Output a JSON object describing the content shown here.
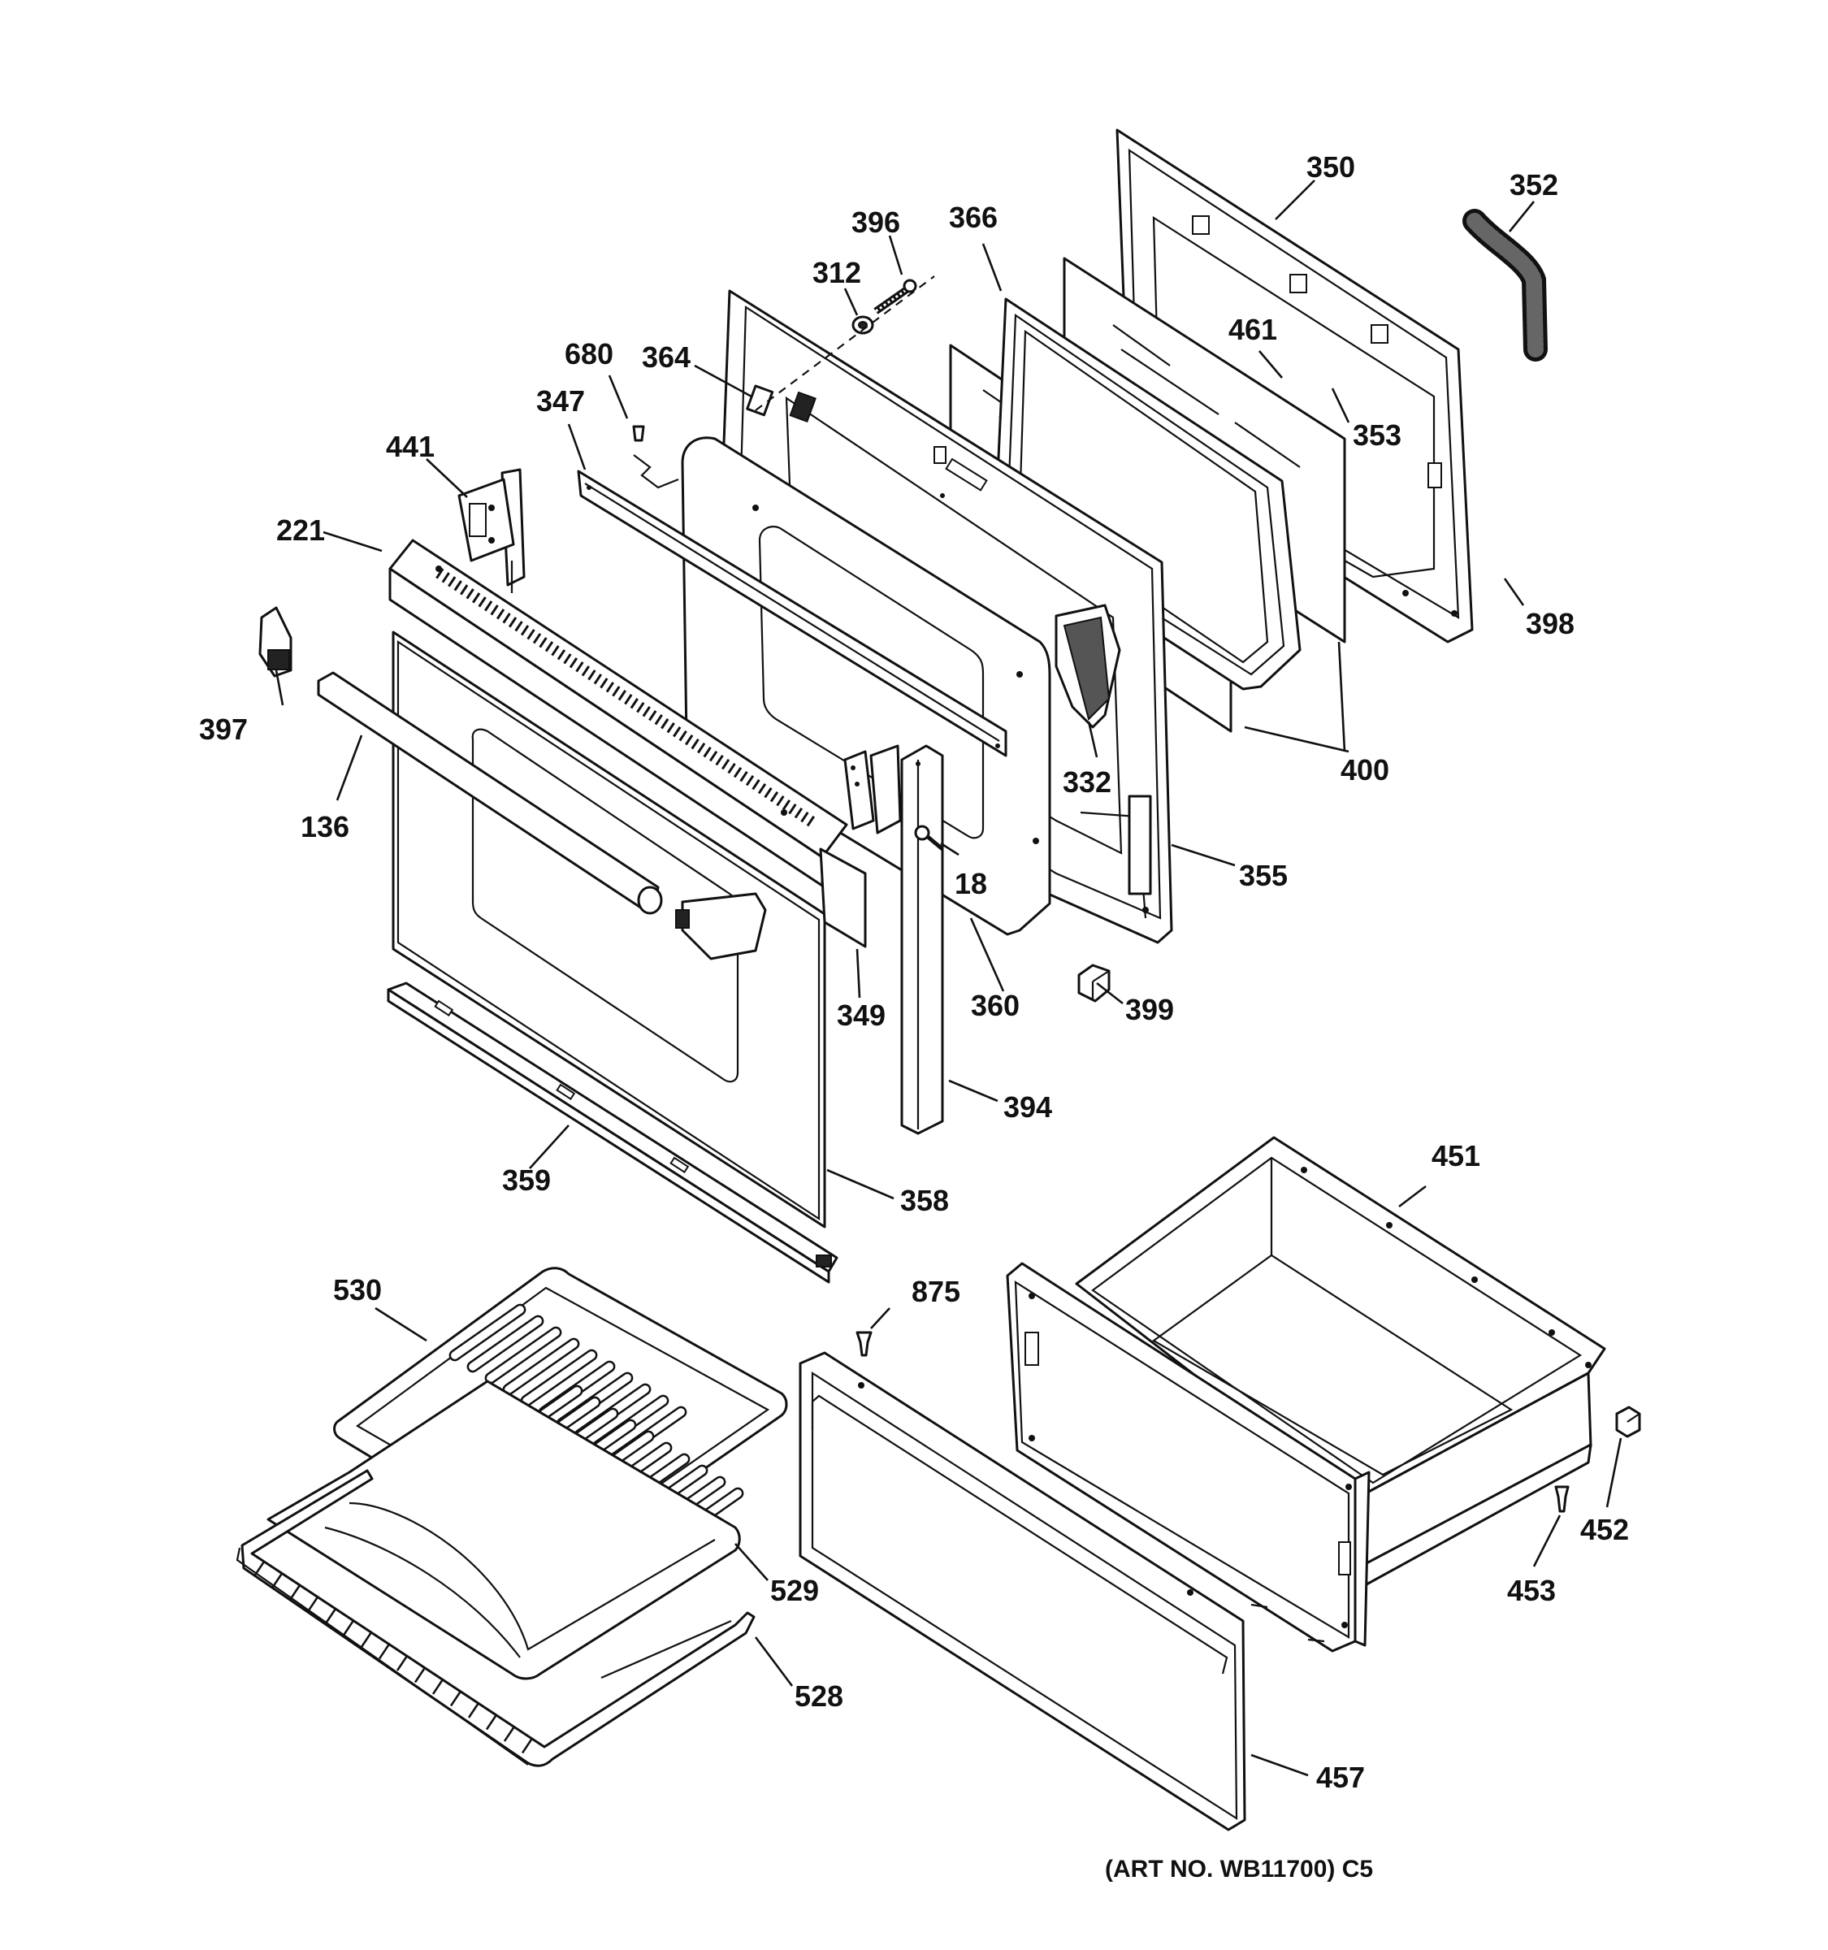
{
  "diagram": {
    "callouts": {
      "c350": "350",
      "c352": "352",
      "c396": "396",
      "c366": "366",
      "c312": "312",
      "c461": "461",
      "c680": "680",
      "c364": "364",
      "c353": "353",
      "c347": "347",
      "c441": "441",
      "c221": "221",
      "c398": "398",
      "c397": "397",
      "c400": "400",
      "c332": "332",
      "c136": "136",
      "c355": "355",
      "c18": "18",
      "c349": "349",
      "c360": "360",
      "c399": "399",
      "c394": "394",
      "c451": "451",
      "c359": "359",
      "c358": "358",
      "c530": "530",
      "c875": "875",
      "c452": "452",
      "c529": "529",
      "c453": "453",
      "c528": "528",
      "c457": "457"
    },
    "art_number": "(ART NO. WB11700) C5"
  }
}
